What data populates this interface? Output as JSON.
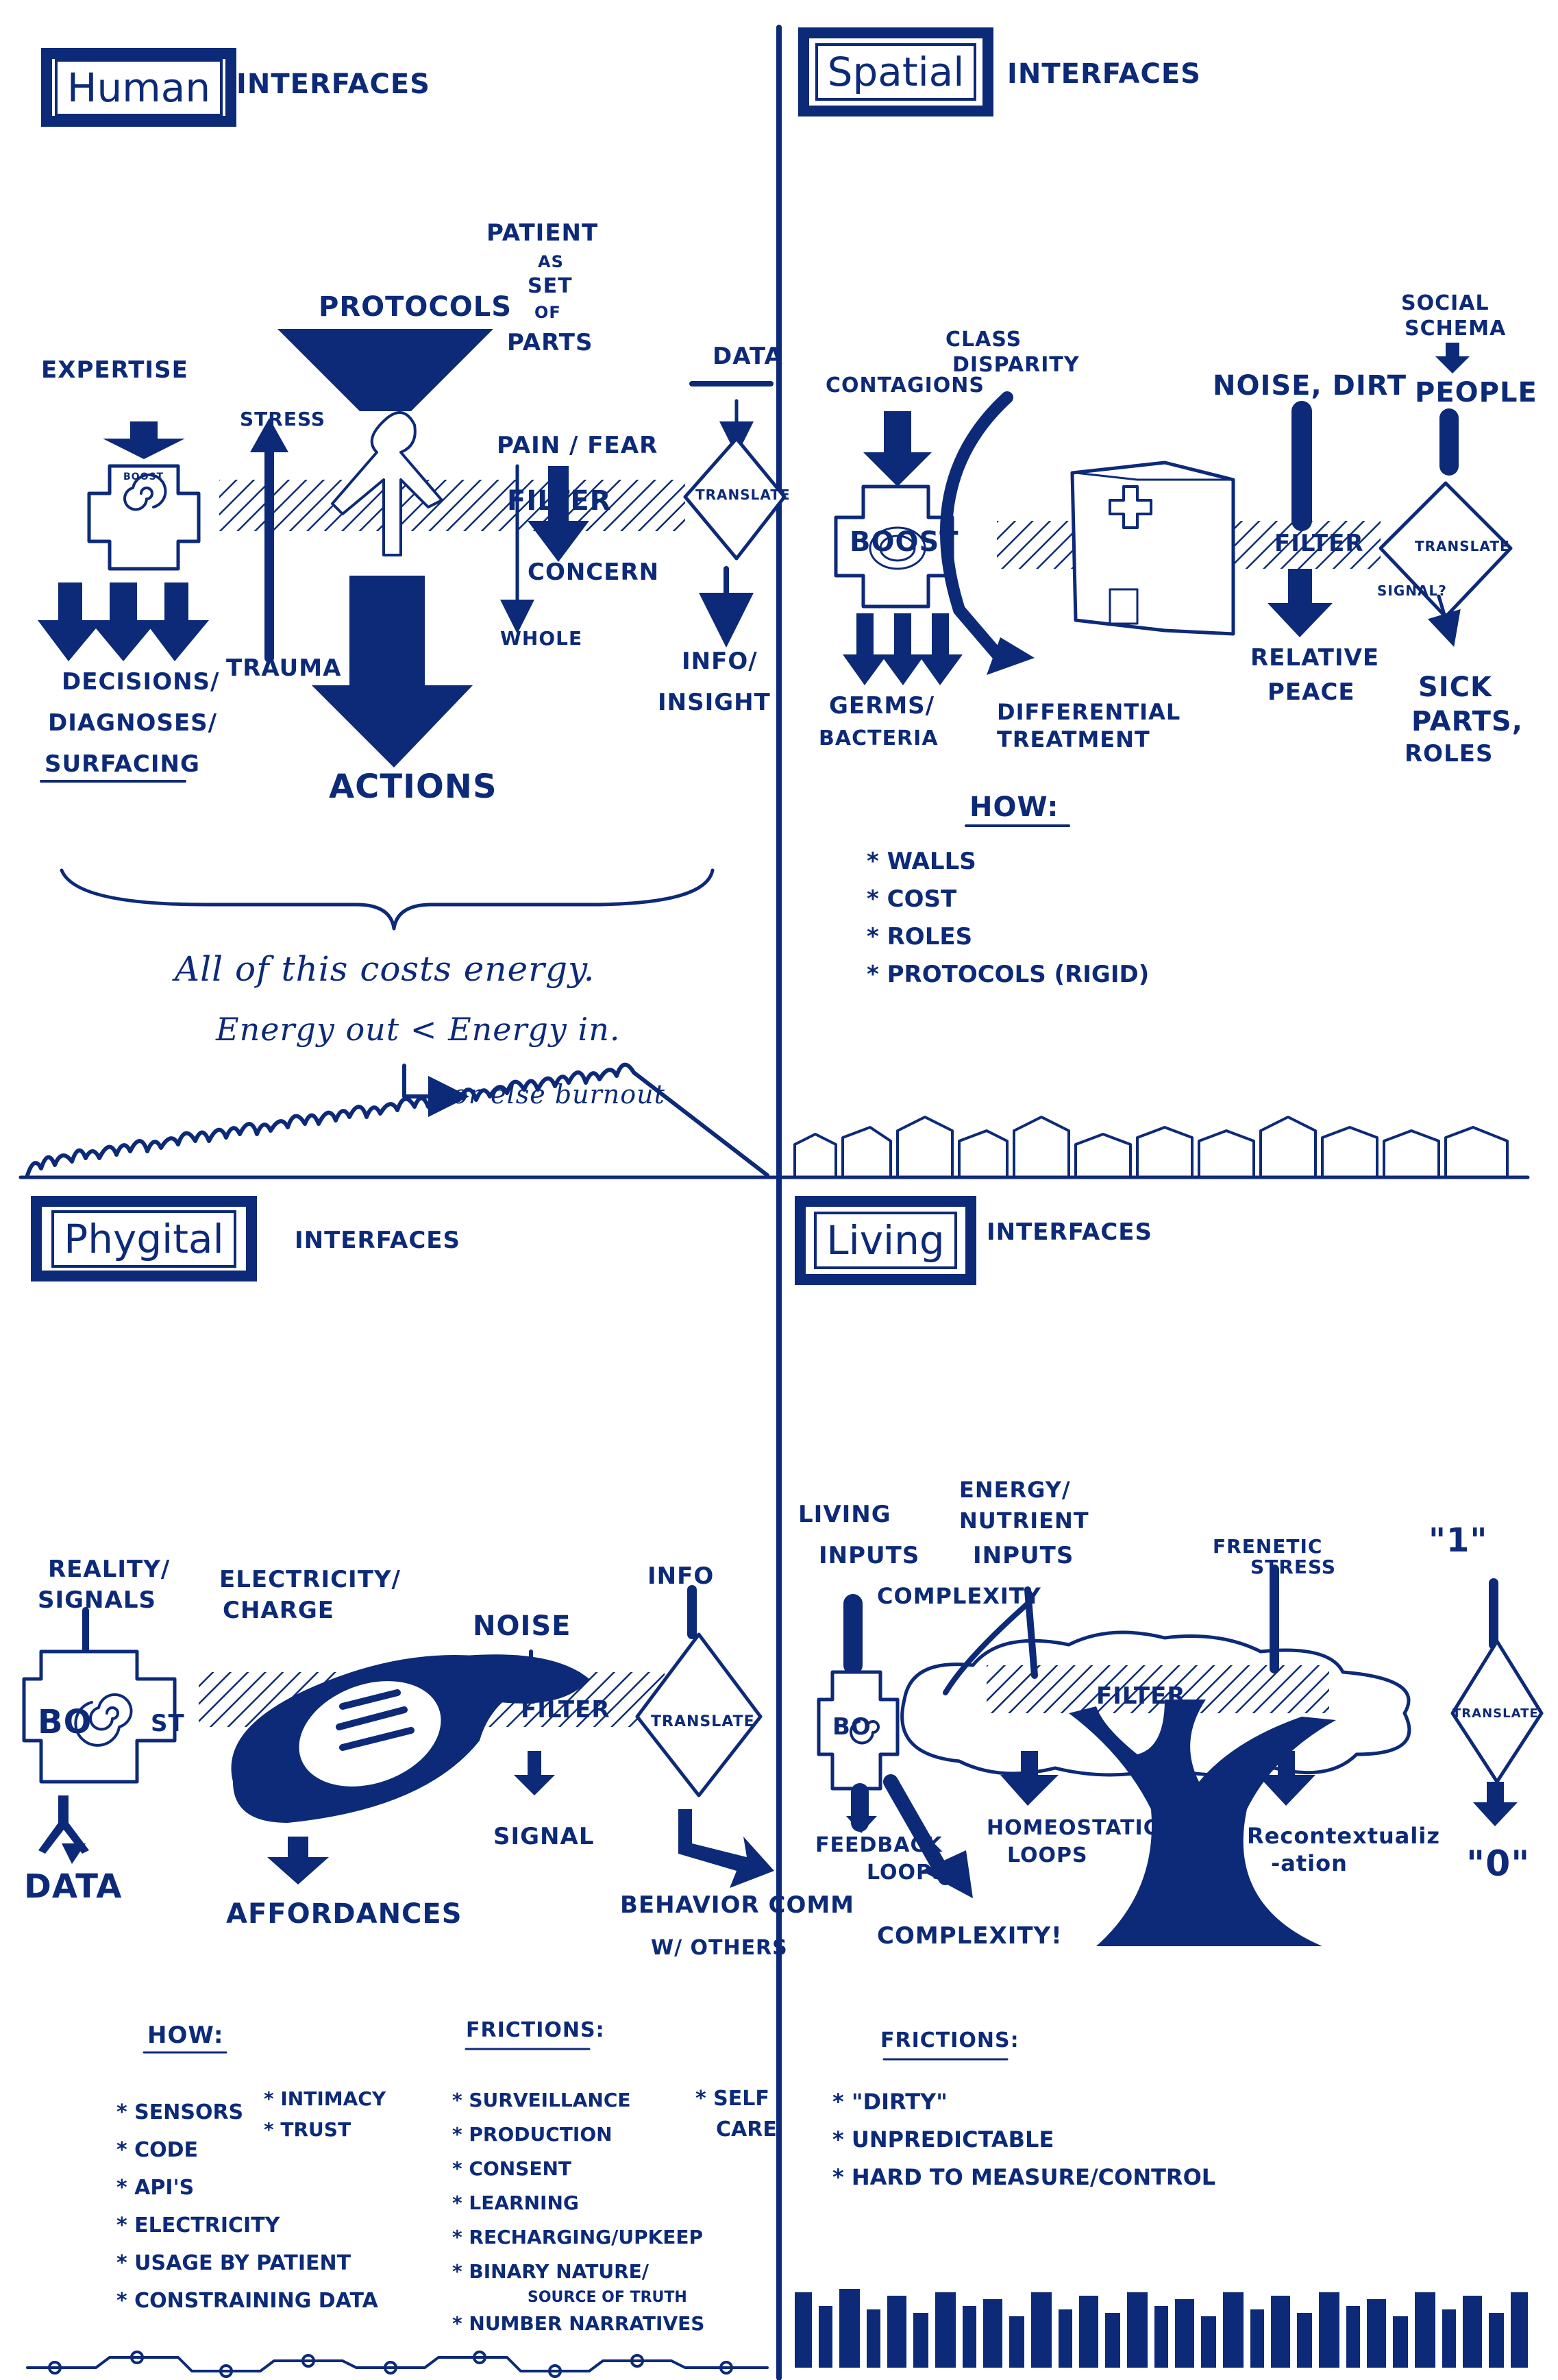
{
  "colors": {
    "ink": "#0c2a78",
    "background": "#ffffff"
  },
  "human": {
    "title": "Human",
    "subtitle": "Interfaces",
    "expertise": "Expertise",
    "boost": "Boost",
    "decisions": [
      "Decisions/",
      "Diagnoses/",
      "Surfacing"
    ],
    "stress": "Stress",
    "trauma": "Trauma",
    "protocols": "Protocols",
    "actions": "Actions",
    "patient": [
      "Patient",
      "as",
      "set",
      "of",
      "parts"
    ],
    "pain_fear": "Pain / Fear",
    "filter": "Filter",
    "concern": "Concern",
    "whole": "Whole",
    "data": "Data",
    "translate": "Translate",
    "info": [
      "Info/",
      "Insight"
    ],
    "energy": [
      "All of this costs energy.",
      "Energy out < Energy in.",
      "or else burnout"
    ]
  },
  "spatial": {
    "title": "Spatial",
    "subtitle": "Interfaces",
    "contagions": "Contagions",
    "class": [
      "Class",
      "Disparity"
    ],
    "boost": "Boost",
    "germs": [
      "Germs/",
      "Bacteria"
    ],
    "differential": [
      "Differential",
      "Treatment"
    ],
    "noise": "Noise, Dirt",
    "filter": "Filter",
    "relative": [
      "Relative",
      "Peace"
    ],
    "social": [
      "Social",
      "Schema"
    ],
    "people": "People",
    "translate": "Translate",
    "signal": "Signal?",
    "sick": [
      "Sick",
      "Parts,",
      "Roles"
    ],
    "how_label": "How:",
    "how": [
      "* Walls",
      "* Cost",
      "* Roles",
      "* Protocols (rigid)"
    ]
  },
  "phygital": {
    "title": "Phygital",
    "subtitle": "Interfaces",
    "reality": [
      "Reality/",
      "Signals"
    ],
    "boost_left": "Bo",
    "boost_right": "st",
    "data": "Data",
    "electricity": [
      "Electricity/",
      "Charge"
    ],
    "affordances": "Affordances",
    "noise": "Noise",
    "filter": "Filter",
    "signal": "Signal",
    "info": "Info",
    "translate": "Translate",
    "behavior": [
      "Behavior Comm",
      "w/ others"
    ],
    "how_label": "How:",
    "how": [
      "* Sensors",
      "* Code",
      "* API's",
      "* Electricity",
      "* Usage by patient",
      "* Constraining data"
    ],
    "how2": [
      "* Intimacy",
      "* Trust"
    ],
    "frictions_label": "Frictions:",
    "frictions": [
      "* Surveillance",
      "* Production",
      "* Consent",
      "* Learning",
      "* Recharging/upkeep",
      "* Binary nature/",
      "source of truth",
      "* Number narratives"
    ],
    "frictions2": [
      "* Self",
      "care"
    ]
  },
  "living": {
    "title": "Living",
    "subtitle": "Interfaces",
    "living_inputs": [
      "Living",
      "Inputs"
    ],
    "energy": [
      "Energy/",
      "Nutrient",
      "Inputs"
    ],
    "complexity": "Complexity",
    "frenetic": [
      "Frenetic",
      "Stress"
    ],
    "filter": "Filter",
    "one": "\"1\"",
    "translate": "Translate",
    "zero": "\"0\"",
    "boost": "Bo",
    "feedback": [
      "Feedback",
      "Loops"
    ],
    "homeostatic": [
      "Homeostatic",
      "Loops"
    ],
    "recontext": [
      "Recontextualiz",
      "-ation"
    ],
    "complexity2": "Complexity!",
    "frictions_label": "Frictions:",
    "frictions": [
      "* \"Dirty\"",
      "* Unpredictable",
      "* Hard to measure/control"
    ]
  }
}
